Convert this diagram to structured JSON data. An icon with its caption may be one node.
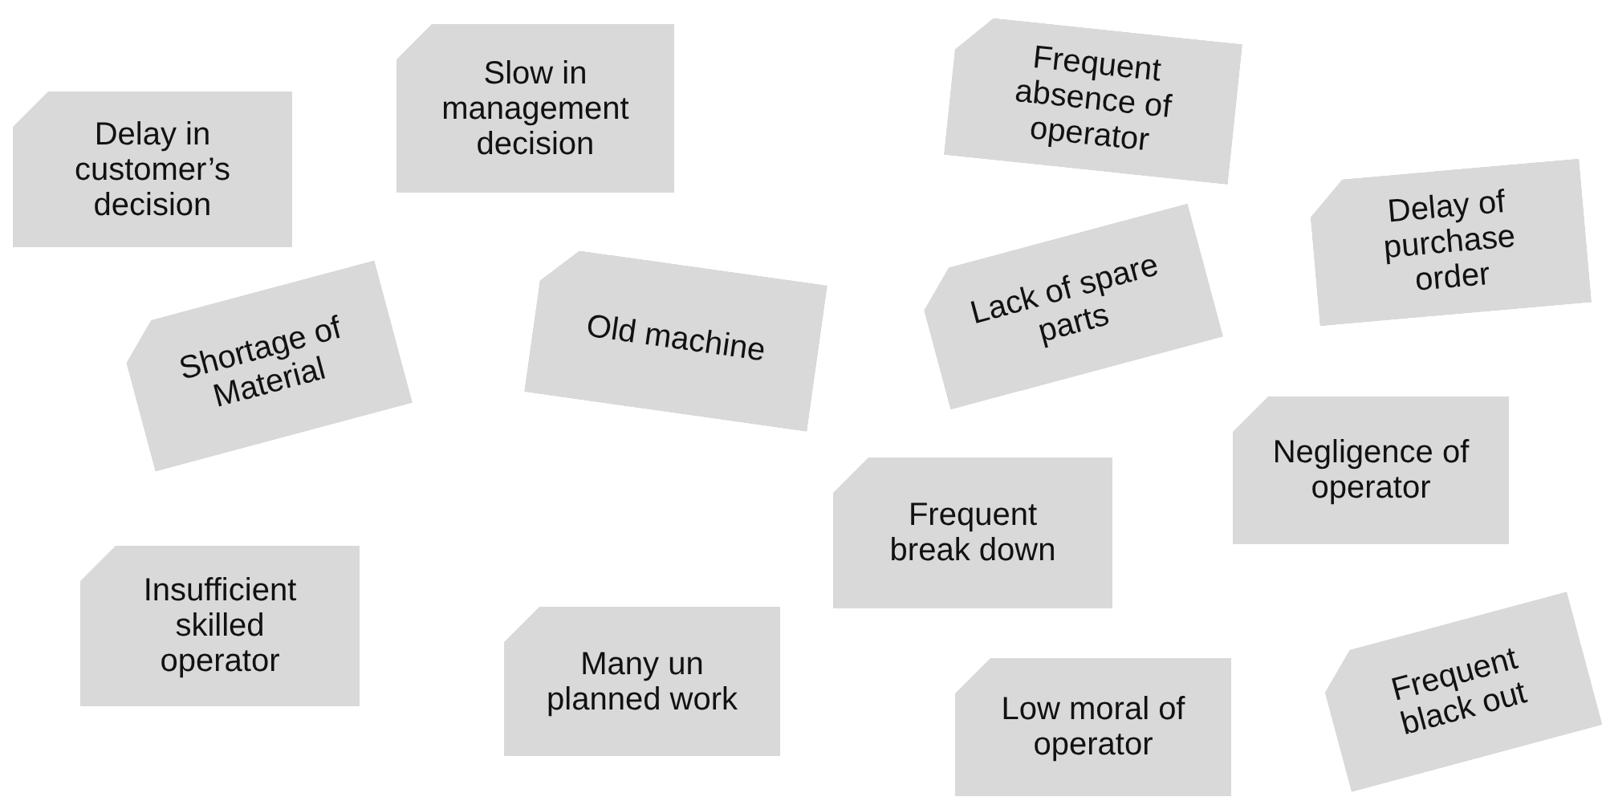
{
  "diagram": {
    "nodes": [
      {
        "text": [
          "Delay in customer’s decision"
        ]
      },
      {
        "text": [
          "Slow in management decision"
        ]
      },
      {
        "text": [
          "Frequent absence of operator"
        ]
      },
      {
        "text": [
          "Delay of purchase order"
        ]
      },
      {
        "text": [
          "Shortage of Material"
        ]
      },
      {
        "text": [
          "Old machine"
        ]
      },
      {
        "text": [
          "Lack of spare parts"
        ]
      },
      {
        "text": [
          "Negligence of operator"
        ]
      },
      {
        "text": [
          "Frequent break down"
        ]
      },
      {
        "text": [
          "Insufficient skilled operator"
        ]
      },
      {
        "text": [
          "Many un planned work"
        ]
      },
      {
        "text": [
          "Low moral of operator"
        ]
      },
      {
        "text": [
          "Frequent black out"
        ]
      }
    ]
  }
}
